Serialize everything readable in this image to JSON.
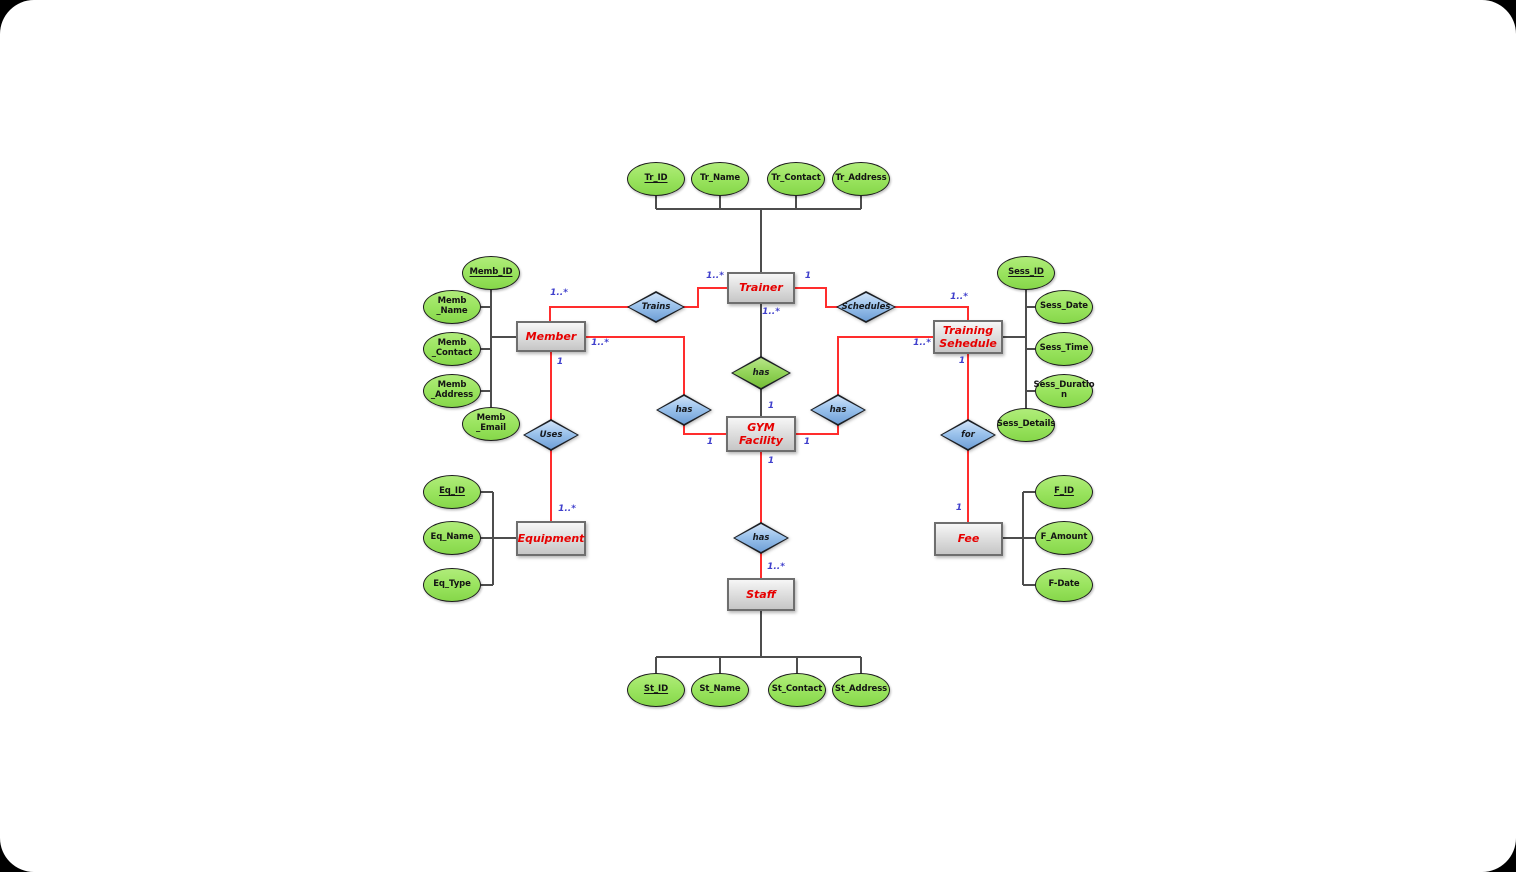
{
  "colors": {
    "canvas_background": "#ffffff",
    "outer_background": "#000000",
    "entity_text": "#e60000",
    "relationship_red_line": "#ff2d2d",
    "connector_gray_line": "#4d4d4d",
    "attribute_fill": "#9ae45f",
    "entity_fill": "#dcdcdc",
    "relationship_fill_blue": "#8fb8e8",
    "relationship_fill_green": "#8ccf52",
    "cardinality_text": "#4040cc"
  },
  "diagram": {
    "entities": {
      "trainer": {
        "label": "Trainer"
      },
      "member": {
        "label": "Member"
      },
      "training_schedule": {
        "label": "Training Sehedule"
      },
      "gym_facility": {
        "label": "GYM Facility"
      },
      "equipment": {
        "label": "Equipment"
      },
      "fee": {
        "label": "Fee"
      },
      "staff": {
        "label": "Staff"
      }
    },
    "relationships": {
      "trains": {
        "label": "Trains"
      },
      "schedules": {
        "label": "Schedules"
      },
      "trainer_has": {
        "label": "has"
      },
      "member_has": {
        "label": "has"
      },
      "schedule_has": {
        "label": "has"
      },
      "uses": {
        "label": "Uses"
      },
      "for_rel": {
        "label": "for"
      },
      "staff_has": {
        "label": "has"
      }
    },
    "attributes": {
      "tr_id": {
        "label": "Tr_ID",
        "primary_key": true
      },
      "tr_name": {
        "label": "Tr_Name"
      },
      "tr_contact": {
        "label": "Tr_Contact"
      },
      "tr_address": {
        "label": "Tr_Address"
      },
      "memb_id": {
        "label": "Memb_ID",
        "primary_key": true
      },
      "memb_name": {
        "label": "Memb\n_Name"
      },
      "memb_contact": {
        "label": "Memb\n_Contact"
      },
      "memb_address": {
        "label": "Memb\n_Address"
      },
      "memb_email": {
        "label": "Memb\n_Email"
      },
      "sess_id": {
        "label": "Sess_ID",
        "primary_key": true
      },
      "sess_date": {
        "label": "Sess_Date"
      },
      "sess_time": {
        "label": "Sess_Time"
      },
      "sess_duration": {
        "label": "Sess_Duratio\nn"
      },
      "sess_details": {
        "label": "Sess_Details"
      },
      "eq_id": {
        "label": "Eq_ID",
        "primary_key": true
      },
      "eq_name": {
        "label": "Eq_Name"
      },
      "eq_type": {
        "label": "Eq_Type"
      },
      "f_id": {
        "label": "F_ID",
        "primary_key": true
      },
      "f_amount": {
        "label": "F_Amount"
      },
      "f_date": {
        "label": "F-Date"
      },
      "st_id": {
        "label": "St_ID",
        "primary_key": true
      },
      "st_name": {
        "label": "St_Name"
      },
      "st_contact": {
        "label": "St_Contact"
      },
      "st_address": {
        "label": "St_Address"
      }
    },
    "cardinalities": {
      "member_trains": "1..*",
      "trains_trainer": "1..*",
      "trainer_schedules": "1",
      "schedules_schedule": "1..*",
      "trainer_has": "1..*",
      "has_gym_top": "1",
      "member_has": "1..*",
      "has_gym_left": "1",
      "schedule_has": "1..*",
      "has_gym_right": "1",
      "member_uses": "1",
      "uses_equipment": "1..*",
      "schedule_for": "1",
      "for_fee": "1",
      "gym_has": "1",
      "has_staff": "1..*"
    },
    "edges": [
      {
        "from": "Member",
        "via": "Trains",
        "to": "Trainer",
        "from_card": "1..*",
        "to_card": "1..*"
      },
      {
        "from": "Trainer",
        "via": "Schedules",
        "to": "Training Sehedule",
        "from_card": "1",
        "to_card": "1..*"
      },
      {
        "from": "Trainer",
        "via": "has",
        "to": "GYM Facility",
        "from_card": "1..*",
        "to_card": "1"
      },
      {
        "from": "Member",
        "via": "has",
        "to": "GYM Facility",
        "from_card": "1..*",
        "to_card": "1"
      },
      {
        "from": "Training Sehedule",
        "via": "has",
        "to": "GYM Facility",
        "from_card": "1..*",
        "to_card": "1"
      },
      {
        "from": "Member",
        "via": "Uses",
        "to": "Equipment",
        "from_card": "1",
        "to_card": "1..*"
      },
      {
        "from": "Training Sehedule",
        "via": "for",
        "to": "Fee",
        "from_card": "1",
        "to_card": "1"
      },
      {
        "from": "GYM Facility",
        "via": "has",
        "to": "Staff",
        "from_card": "1",
        "to_card": "1..*"
      }
    ]
  }
}
